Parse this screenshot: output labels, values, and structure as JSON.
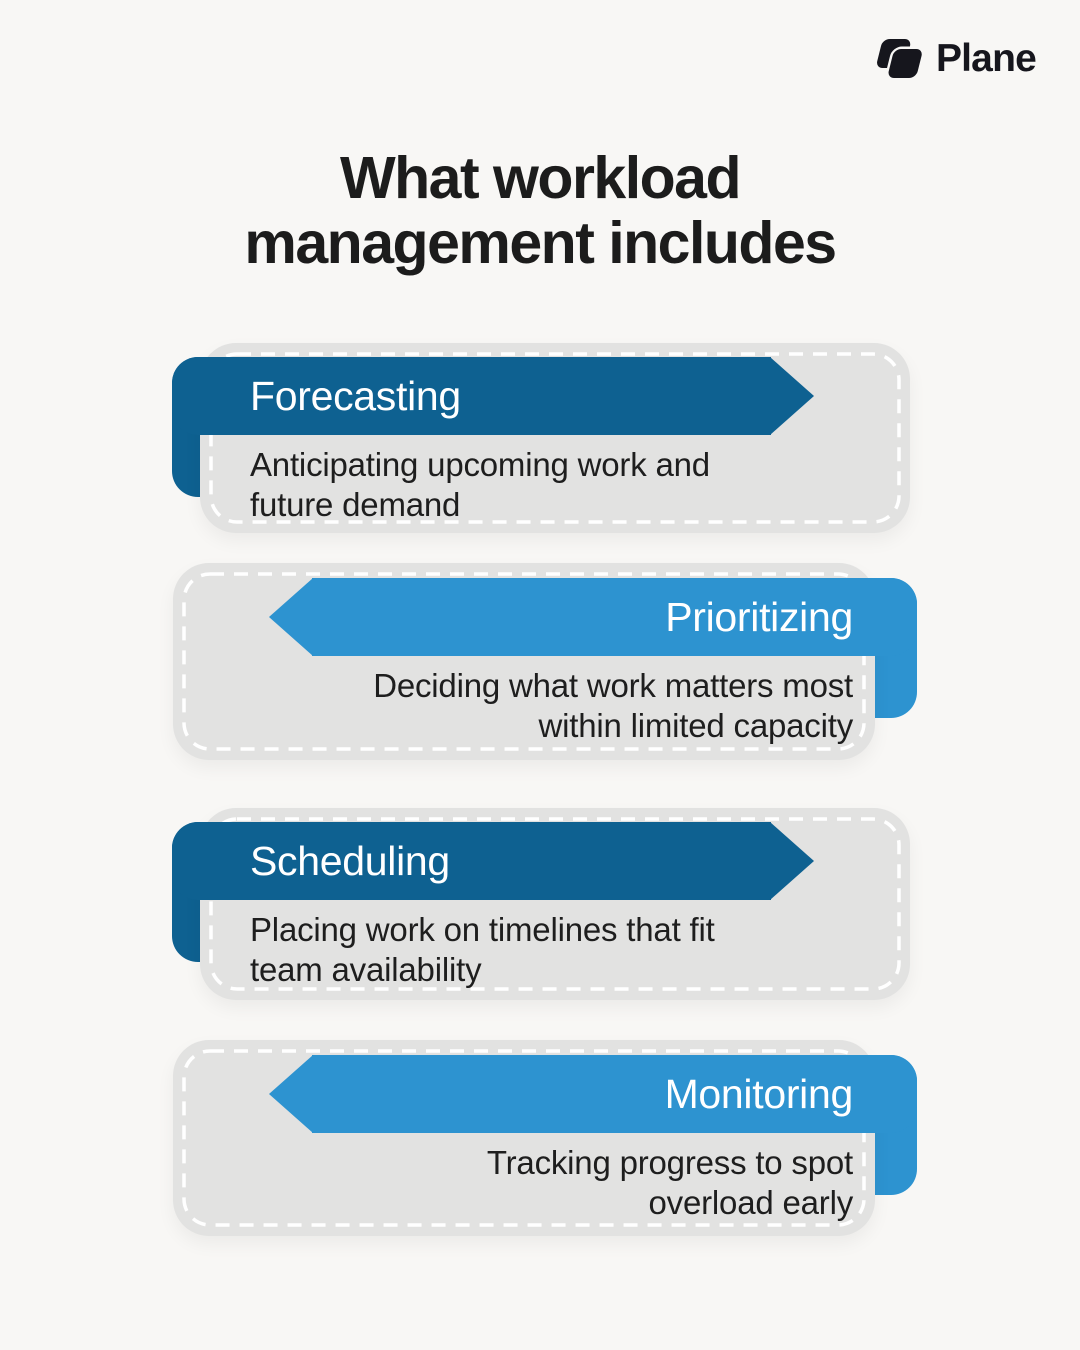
{
  "brand": {
    "name": "Plane"
  },
  "title": "What workload\nmanagement includes",
  "colors": {
    "background": "#f8f7f5",
    "card_gray": "#e2e2e1",
    "dark_blue": "#0e6191",
    "light_blue": "#2d93d0",
    "text_dark": "#1e1e1e",
    "brand_dark": "#16161d",
    "white": "#ffffff"
  },
  "cards": [
    {
      "title": "Forecasting",
      "description": "Anticipating upcoming work and\nfuture demand",
      "direction": "right",
      "banner_color": "#0e6191"
    },
    {
      "title": "Prioritizing",
      "description": "Deciding what work matters most\nwithin limited capacity",
      "direction": "left",
      "banner_color": "#2d93d0"
    },
    {
      "title": "Scheduling",
      "description": "Placing work on timelines that fit\nteam availability",
      "direction": "right",
      "banner_color": "#0e6191"
    },
    {
      "title": "Monitoring",
      "description": "Tracking progress to spot\noverload early",
      "direction": "left",
      "banner_color": "#2d93d0"
    }
  ]
}
